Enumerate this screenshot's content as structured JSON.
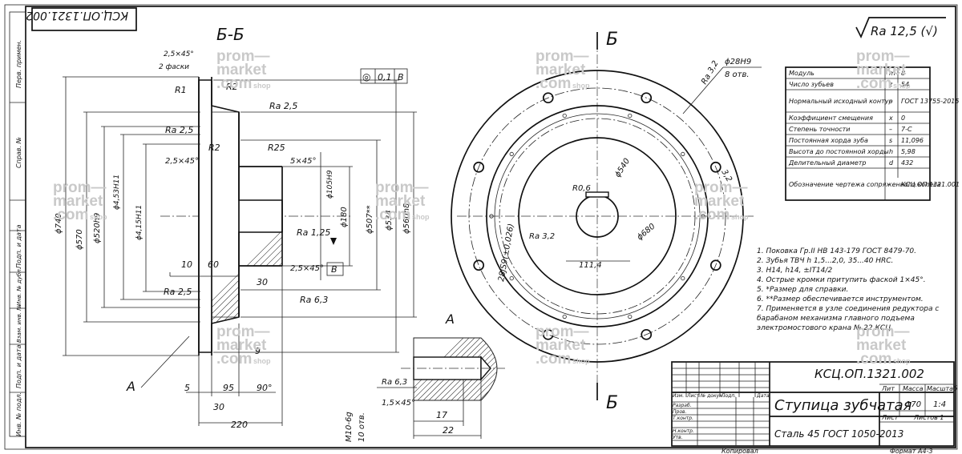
{
  "drawing_code": "КСЦ.ОП.1321.002",
  "section_title": "Б-Б",
  "roughness_general": "Ra 12,5 (√)",
  "cut_letter": "Б",
  "view_letter": "А",
  "tolerance_frame": {
    "symbol": "◎",
    "value": "0,1",
    "datum": "В"
  },
  "datum_letter": "В",
  "sidebar_labels": [
    "Перв. примен.",
    "Справ. №",
    "Подп. и дата",
    "Инв. № дубл.",
    "Взам. инв. №",
    "Подп. и дата",
    "Инв. № подл."
  ],
  "section_annotations": [
    "2,5×45°",
    "2 фаски",
    "R1",
    "R2",
    "Ra 2,5",
    "Ra 2,5",
    "R2",
    "2,5×45°",
    "R25",
    "5×45°",
    "ϕ105H9",
    "ϕ4,53H11",
    "ϕ4,15H11",
    "ϕ740",
    "ϕ570",
    "ϕ520h9",
    "ϕ180",
    "ϕ507**",
    "ϕ534",
    "ϕ560h8",
    "Ra 1,25",
    "10",
    "60",
    "2,5×45°",
    "30",
    "Ra 6,3",
    "Ra 2,5",
    "9",
    "5",
    "95",
    "90°",
    "30",
    "220",
    "А"
  ],
  "front_annotations": [
    "ϕ28H9",
    "8 отв.",
    "Ra 3,2",
    "R0,6",
    "ϕ540",
    "3,2",
    "Ra 3,2",
    "28JS9(±0,026)",
    "ϕ680",
    "111,4"
  ],
  "detail_annotations": [
    "Ra 6,3",
    "1,5×45°",
    "M10-6g",
    "10 отв.",
    "17",
    "22",
    "А"
  ],
  "params_table": [
    {
      "name": "Модуль",
      "symbol": "m",
      "value": "8"
    },
    {
      "name": "Число зубьев",
      "symbol": "z",
      "value": "54"
    },
    {
      "name": "Нормальный исходный контур",
      "symbol": "–",
      "value": "ГОСТ 13755-2015"
    },
    {
      "name": "Коэффициент смещения",
      "symbol": "x",
      "value": "0"
    },
    {
      "name": "Степень точности",
      "symbol": "–",
      "value": "7-С"
    },
    {
      "name": "Постоянная хорда зуба",
      "symbol": "s",
      "value": "11,096"
    },
    {
      "name": "Высота до постоянной хорды",
      "symbol": "h",
      "value": "5,98"
    },
    {
      "name": "Делительный диаметр",
      "symbol": "d",
      "value": "432"
    },
    {
      "name": "Обозначение чертежа сопряженного колеса",
      "symbol": "",
      "value": "КСЦ.ОП.1321.001"
    }
  ],
  "notes": [
    "1. Поковка Гр.II НВ 143-179 ГОСТ 8479-70.",
    "2. Зубья ТВЧ h 1,5...2,0, 35...40 HRC.",
    "3. H14, h14, ±IT14/2",
    "4. Острые кромки притупить фаской 1×45°.",
    "5. *Размер для справки.",
    "6. **Размер обеспечивается инструментом.",
    "7. Применяется в узле соединения редуктора с",
    "барабаном механизма главного подъема",
    "электромостового крана № 22 КСЦ."
  ],
  "title_block": {
    "code": "КСЦ.ОП.1321.002",
    "name": "Ступица зубчатая",
    "material": "Сталь 45 ГОСТ 1050-2013",
    "col_lit": "Лит",
    "col_mass": "Масса",
    "col_scale": "Масштаб",
    "mass": "170",
    "scale": "1:4",
    "sheet_label": "Лист",
    "sheets_label": "Листов 1",
    "row_labels": [
      "Изм.",
      "Лист",
      "№ докум.",
      "Подп.",
      "Дата"
    ],
    "roles": [
      "Разраб.",
      "Пров.",
      "Т.контр.",
      "Н.контр.",
      "Утв."
    ],
    "copied": "Копировал",
    "format": "Формат А4-3"
  },
  "watermark": {
    "line1": "prom—",
    "line2": "market",
    "line3": ".com",
    "suffix": "shop"
  }
}
